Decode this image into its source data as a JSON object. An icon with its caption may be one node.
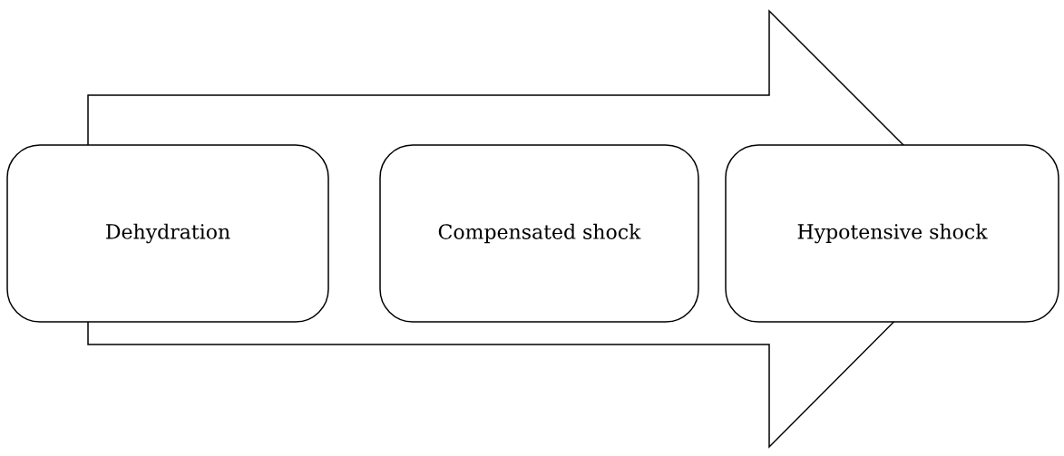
{
  "diagram": {
    "nodes": [
      {
        "text": [
          "Dehydration"
        ]
      },
      {
        "text": [
          "Compensated shock"
        ]
      },
      {
        "text": [
          "Hypotensive shock"
        ]
      }
    ],
    "edges": [
      {
        "from": 0,
        "to": 2,
        "arrow": "to"
      }
    ]
  }
}
